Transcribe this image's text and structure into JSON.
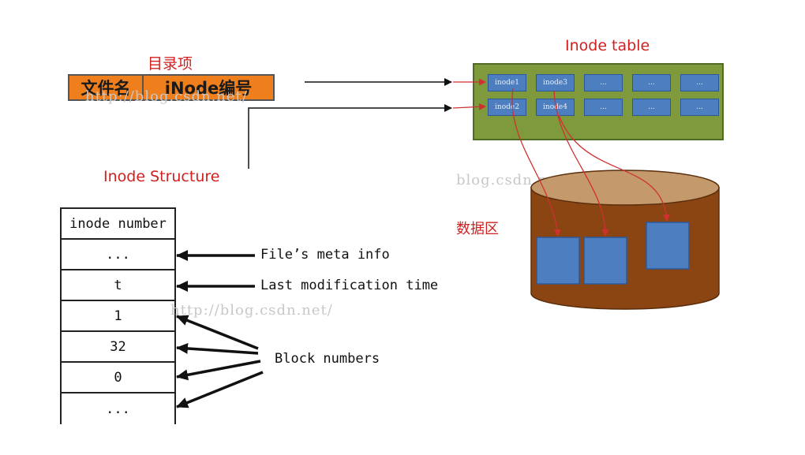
{
  "directory_entry": {
    "title": "目录项",
    "cells": [
      "文件名",
      "iNode编号"
    ]
  },
  "inode_table": {
    "title": "Inode table",
    "row1": [
      "inode1",
      "inode3",
      "...",
      "...",
      "..."
    ],
    "row2": [
      "inode2",
      "inode4",
      "...",
      "...",
      "..."
    ]
  },
  "inode_structure": {
    "title": "Inode Structure",
    "rows": [
      "inode number",
      "...",
      "t",
      "1",
      "32",
      "0",
      "..."
    ],
    "annotations": {
      "meta": "File’s meta info",
      "mtime": "Last modification time",
      "blocks": "Block numbers"
    }
  },
  "data_area": {
    "title": "数据区"
  },
  "watermarks": [
    "http://blog.csdn.net/",
    "blog.csdn.net/",
    "http://blog.csdn.net/"
  ],
  "colors": {
    "label_red": "#d02020",
    "entry_orange": "#ee7f1c",
    "table_green": "#7f9a3c",
    "cell_blue": "#4d7fc0",
    "cylinder_brown": "#8b4513",
    "cylinder_top": "#c49a6c",
    "link_red": "#d03030"
  }
}
